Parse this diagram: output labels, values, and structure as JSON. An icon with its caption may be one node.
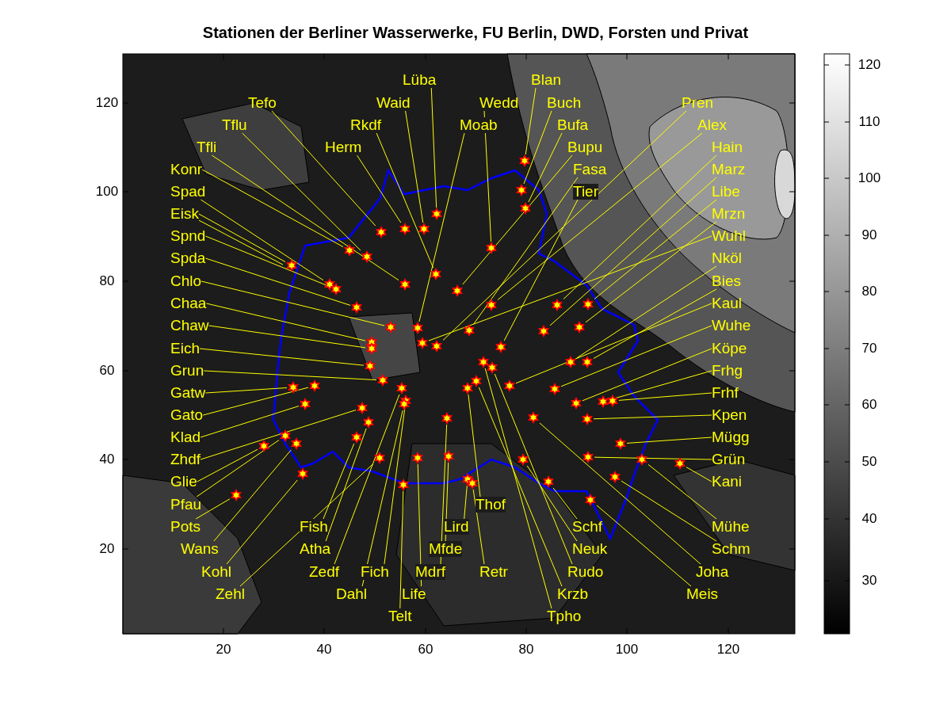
{
  "diagram": {
    "title": "Stationen der Berliner Wasserwerke, FU Berlin, DWD, Forsten und Privat",
    "nodes": [
      {
        "text": [
          "Lüba"
        ]
      },
      {
        "text": [
          "Blan"
        ]
      },
      {
        "text": [
          "Tefo"
        ]
      },
      {
        "text": [
          "Waid"
        ]
      },
      {
        "text": [
          "Wedd"
        ]
      },
      {
        "text": [
          "Buch"
        ]
      },
      {
        "text": [
          "Pren"
        ]
      },
      {
        "text": [
          "Tflu"
        ]
      },
      {
        "text": [
          "Rkdf"
        ]
      },
      {
        "text": [
          "Moab"
        ]
      },
      {
        "text": [
          "Bufa"
        ]
      },
      {
        "text": [
          "Alex"
        ]
      },
      {
        "text": [
          "Tfli"
        ]
      },
      {
        "text": [
          "Herm"
        ]
      },
      {
        "text": [
          "Bupu"
        ]
      },
      {
        "text": [
          "Hain"
        ]
      },
      {
        "text": [
          "Konr"
        ]
      },
      {
        "text": [
          "Fasa"
        ]
      },
      {
        "text": [
          "Marz"
        ]
      },
      {
        "text": [
          "Spad"
        ]
      },
      {
        "text": [
          "Tier"
        ]
      },
      {
        "text": [
          "Libe"
        ]
      },
      {
        "text": [
          "Eisk"
        ]
      },
      {
        "text": [
          "Mrzn"
        ]
      },
      {
        "text": [
          "Spnd"
        ]
      },
      {
        "text": [
          "Wuhl"
        ]
      },
      {
        "text": [
          "Spda"
        ]
      },
      {
        "text": [
          "Nköl"
        ]
      },
      {
        "text": [
          "Chlo"
        ]
      },
      {
        "text": [
          "Bies"
        ]
      },
      {
        "text": [
          "Chaa"
        ]
      },
      {
        "text": [
          "Kaul"
        ]
      },
      {
        "text": [
          "Chaw"
        ]
      },
      {
        "text": [
          "Wuhe"
        ]
      },
      {
        "text": [
          "Eich"
        ]
      },
      {
        "text": [
          "Köpe"
        ]
      },
      {
        "text": [
          "Grun"
        ]
      },
      {
        "text": [
          "Frhg"
        ]
      },
      {
        "text": [
          "Gatw"
        ]
      },
      {
        "text": [
          "Frhf"
        ]
      },
      {
        "text": [
          "Gato"
        ]
      },
      {
        "text": [
          "Kpen"
        ]
      },
      {
        "text": [
          "Klad"
        ]
      },
      {
        "text": [
          "Mügg"
        ]
      },
      {
        "text": [
          "Zhdf"
        ]
      },
      {
        "text": [
          "Grün"
        ]
      },
      {
        "text": [
          "Glie"
        ]
      },
      {
        "text": [
          "Kani"
        ]
      },
      {
        "text": [
          "Pfau"
        ]
      },
      {
        "text": [
          "Thof"
        ]
      },
      {
        "text": [
          "Pots"
        ]
      },
      {
        "text": [
          "Fish"
        ]
      },
      {
        "text": [
          "Lird"
        ]
      },
      {
        "text": [
          "Schf"
        ]
      },
      {
        "text": [
          "Mühe"
        ]
      },
      {
        "text": [
          "Wans"
        ]
      },
      {
        "text": [
          "Atha"
        ]
      },
      {
        "text": [
          "Mfde"
        ]
      },
      {
        "text": [
          "Neuk"
        ]
      },
      {
        "text": [
          "Schm"
        ]
      },
      {
        "text": [
          "Kohl"
        ]
      },
      {
        "text": [
          "Zedf"
        ]
      },
      {
        "text": [
          "Fich"
        ]
      },
      {
        "text": [
          "Mdrf"
        ]
      },
      {
        "text": [
          "Retr"
        ]
      },
      {
        "text": [
          "Rudo"
        ]
      },
      {
        "text": [
          "Joha"
        ]
      },
      {
        "text": [
          "Zehl"
        ]
      },
      {
        "text": [
          "Dahl"
        ]
      },
      {
        "text": [
          "Life"
        ]
      },
      {
        "text": [
          "Krzb"
        ]
      },
      {
        "text": [
          "Meis"
        ]
      },
      {
        "text": [
          "Telt"
        ]
      },
      {
        "text": [
          "Tpho"
        ]
      },
      {
        "text": [],
        "shape": "star"
      },
      {
        "text": [],
        "shape": "star"
      },
      {
        "text": [],
        "shape": "star"
      },
      {
        "text": [],
        "shape": "star"
      },
      {
        "text": [],
        "shape": "star"
      },
      {
        "text": [],
        "shape": "star"
      },
      {
        "text": [],
        "shape": "star"
      },
      {
        "text": [],
        "shape": "star"
      },
      {
        "text": [],
        "shape": "star"
      },
      {
        "text": [],
        "shape": "star"
      },
      {
        "text": [],
        "shape": "star"
      },
      {
        "text": [],
        "shape": "star"
      },
      {
        "text": [],
        "shape": "star"
      },
      {
        "text": [],
        "shape": "star"
      },
      {
        "text": [],
        "shape": "star"
      },
      {
        "text": [],
        "shape": "star"
      },
      {
        "text": [],
        "shape": "star"
      },
      {
        "text": [],
        "shape": "star"
      },
      {
        "text": [],
        "shape": "star"
      },
      {
        "text": [],
        "shape": "star"
      },
      {
        "text": [],
        "shape": "star"
      },
      {
        "text": [],
        "shape": "star"
      },
      {
        "text": [],
        "shape": "star"
      },
      {
        "text": [],
        "shape": "star"
      },
      {
        "text": [],
        "shape": "star"
      },
      {
        "text": [],
        "shape": "star"
      },
      {
        "text": [],
        "shape": "star"
      },
      {
        "text": [],
        "shape": "star"
      },
      {
        "text": [],
        "shape": "star"
      },
      {
        "text": [],
        "shape": "star"
      },
      {
        "text": [],
        "shape": "star"
      },
      {
        "text": [],
        "shape": "star"
      },
      {
        "text": [],
        "shape": "star"
      },
      {
        "text": [],
        "shape": "star"
      },
      {
        "text": [],
        "shape": "star"
      },
      {
        "text": [],
        "shape": "star"
      },
      {
        "text": [],
        "shape": "star"
      },
      {
        "text": [],
        "shape": "star"
      },
      {
        "text": [],
        "shape": "star"
      },
      {
        "text": [],
        "shape": "star"
      },
      {
        "text": [],
        "shape": "star"
      },
      {
        "text": [],
        "shape": "star"
      },
      {
        "text": [],
        "shape": "star"
      },
      {
        "text": [],
        "shape": "star"
      },
      {
        "text": [],
        "shape": "star"
      },
      {
        "text": [],
        "shape": "star"
      },
      {
        "text": [],
        "shape": "star"
      },
      {
        "text": [],
        "shape": "star"
      },
      {
        "text": [],
        "shape": "star"
      },
      {
        "text": [],
        "shape": "star"
      },
      {
        "text": [],
        "shape": "star"
      },
      {
        "text": [],
        "shape": "star"
      },
      {
        "text": [],
        "shape": "star"
      },
      {
        "text": [],
        "shape": "star"
      },
      {
        "text": [],
        "shape": "star"
      },
      {
        "text": [],
        "shape": "star"
      },
      {
        "text": [],
        "shape": "star"
      },
      {
        "text": [],
        "shape": "star"
      },
      {
        "text": [],
        "shape": "star"
      },
      {
        "text": [],
        "shape": "star"
      },
      {
        "text": [],
        "shape": "star"
      },
      {
        "text": [],
        "shape": "star"
      },
      {
        "text": [],
        "shape": "star"
      },
      {
        "text": [],
        "shape": "star"
      },
      {
        "text": [],
        "shape": "star"
      },
      {
        "text": [],
        "shape": "star"
      },
      {
        "text": [],
        "shape": "star"
      },
      {
        "text": [],
        "shape": "star"
      },
      {
        "text": [],
        "shape": "star"
      },
      {
        "text": [],
        "shape": "star"
      },
      {
        "text": [],
        "shape": "star"
      },
      {
        "text": [],
        "shape": "star"
      },
      {
        "text": [],
        "shape": "star"
      },
      {
        "text": [],
        "shape": "star"
      }
    ],
    "edges": [
      {
        "from": 0,
        "to": 74,
        "arrow": "none"
      },
      {
        "from": 1,
        "to": 75,
        "arrow": "none"
      },
      {
        "from": 2,
        "to": 76,
        "arrow": "none"
      },
      {
        "from": 3,
        "to": 77,
        "arrow": "none"
      },
      {
        "from": 4,
        "to": 78,
        "arrow": "none"
      },
      {
        "from": 5,
        "to": 79,
        "arrow": "none"
      },
      {
        "from": 6,
        "to": 80,
        "arrow": "none"
      },
      {
        "from": 7,
        "to": 81,
        "arrow": "none"
      },
      {
        "from": 8,
        "to": 82,
        "arrow": "none"
      },
      {
        "from": 9,
        "to": 83,
        "arrow": "none"
      },
      {
        "from": 10,
        "to": 84,
        "arrow": "none"
      },
      {
        "from": 11,
        "to": 85,
        "arrow": "none"
      },
      {
        "from": 12,
        "to": 86,
        "arrow": "none"
      },
      {
        "from": 13,
        "to": 87,
        "arrow": "none"
      },
      {
        "from": 14,
        "to": 88,
        "arrow": "none"
      },
      {
        "from": 15,
        "to": 89,
        "arrow": "none"
      },
      {
        "from": 16,
        "to": 90,
        "arrow": "none"
      },
      {
        "from": 17,
        "to": 91,
        "arrow": "none"
      },
      {
        "from": 18,
        "to": 92,
        "arrow": "none"
      },
      {
        "from": 19,
        "to": 93,
        "arrow": "none"
      },
      {
        "from": 20,
        "to": 94,
        "arrow": "none"
      },
      {
        "from": 21,
        "to": 95,
        "arrow": "none"
      },
      {
        "from": 22,
        "to": 96,
        "arrow": "none"
      },
      {
        "from": 22,
        "to": 96,
        "arrow": "none"
      },
      {
        "from": 23,
        "to": 97,
        "arrow": "none"
      },
      {
        "from": 24,
        "to": 98,
        "arrow": "none"
      },
      {
        "from": 25,
        "to": 99,
        "arrow": "none"
      },
      {
        "from": 26,
        "to": 100,
        "arrow": "none"
      },
      {
        "from": 27,
        "to": 101,
        "arrow": "none"
      },
      {
        "from": 28,
        "to": 102,
        "arrow": "none"
      },
      {
        "from": 29,
        "to": 103,
        "arrow": "none"
      },
      {
        "from": 30,
        "to": 104,
        "arrow": "none"
      },
      {
        "from": 31,
        "to": 105,
        "arrow": "none"
      },
      {
        "from": 32,
        "to": 106,
        "arrow": "none"
      },
      {
        "from": 33,
        "to": 107,
        "arrow": "none"
      },
      {
        "from": 34,
        "to": 108,
        "arrow": "none"
      },
      {
        "from": 35,
        "to": 109,
        "arrow": "none"
      },
      {
        "from": 36,
        "to": 110,
        "arrow": "none"
      },
      {
        "from": 37,
        "to": 111,
        "arrow": "none"
      },
      {
        "from": 38,
        "to": 112,
        "arrow": "none"
      },
      {
        "from": 39,
        "to": 113,
        "arrow": "none"
      },
      {
        "from": 40,
        "to": 114,
        "arrow": "none"
      },
      {
        "from": 41,
        "to": 115,
        "arrow": "none"
      },
      {
        "from": 42,
        "to": 116,
        "arrow": "none"
      },
      {
        "from": 43,
        "to": 117,
        "arrow": "none"
      },
      {
        "from": 44,
        "to": 118,
        "arrow": "none"
      },
      {
        "from": 45,
        "to": 119,
        "arrow": "none"
      },
      {
        "from": 46,
        "to": 120,
        "arrow": "none"
      },
      {
        "from": 47,
        "to": 121,
        "arrow": "none"
      },
      {
        "from": 48,
        "to": 122,
        "arrow": "none"
      },
      {
        "from": 49,
        "to": 123,
        "arrow": "none"
      },
      {
        "from": 50,
        "to": 124,
        "arrow": "none"
      },
      {
        "from": 51,
        "to": 125,
        "arrow": "none"
      },
      {
        "from": 52,
        "to": 126,
        "arrow": "none"
      },
      {
        "from": 53,
        "to": 127,
        "arrow": "none"
      },
      {
        "from": 54,
        "to": 128,
        "arrow": "none"
      },
      {
        "from": 55,
        "to": 129,
        "arrow": "none"
      },
      {
        "from": 56,
        "to": 130,
        "arrow": "none"
      },
      {
        "from": 57,
        "to": 131,
        "arrow": "none"
      },
      {
        "from": 58,
        "to": 132,
        "arrow": "none"
      },
      {
        "from": 59,
        "to": 133,
        "arrow": "none"
      },
      {
        "from": 60,
        "to": 134,
        "arrow": "none"
      },
      {
        "from": 61,
        "to": 135,
        "arrow": "none"
      },
      {
        "from": 62,
        "to": 136,
        "arrow": "none"
      },
      {
        "from": 63,
        "to": 137,
        "arrow": "none"
      },
      {
        "from": 64,
        "to": 138,
        "arrow": "none"
      },
      {
        "from": 65,
        "to": 139,
        "arrow": "none"
      },
      {
        "from": 66,
        "to": 140,
        "arrow": "none"
      },
      {
        "from": 67,
        "to": 141,
        "arrow": "none"
      },
      {
        "from": 68,
        "to": 142,
        "arrow": "none"
      },
      {
        "from": 69,
        "to": 143,
        "arrow": "none"
      },
      {
        "from": 70,
        "to": 144,
        "arrow": "none"
      },
      {
        "from": 71,
        "to": 145,
        "arrow": "none"
      },
      {
        "from": 72,
        "to": 146,
        "arrow": "none"
      },
      {
        "from": 73,
        "to": 147,
        "arrow": "none"
      }
    ],
    "labels": [
      "120",
      "100",
      "80",
      "60",
      "40",
      "20",
      "20",
      "40",
      "60",
      "80",
      "100",
      "120",
      "120",
      "110",
      "100",
      "90",
      "80",
      "70",
      "60",
      "50",
      "40",
      "30"
    ]
  }
}
